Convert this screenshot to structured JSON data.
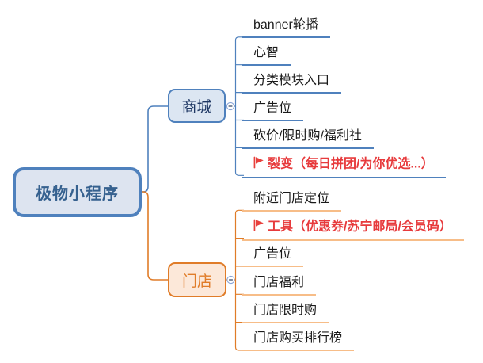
{
  "diagram": {
    "type": "mindmap",
    "root": {
      "label": "极物小程序"
    },
    "branches": [
      {
        "label": "商城",
        "theme": "blue",
        "collapse_icon": "minus",
        "children": [
          {
            "label": "banner轮播"
          },
          {
            "label": "心智"
          },
          {
            "label": "分类模块入口"
          },
          {
            "label": "广告位"
          },
          {
            "label": "砍价/限时购/福利社"
          },
          {
            "label": "裂变（每日拼团/为你优选...）",
            "flag": true,
            "emphasis": "red"
          }
        ]
      },
      {
        "label": "门店",
        "theme": "orange",
        "collapse_icon": "minus",
        "children": [
          {
            "label": "附近门店定位"
          },
          {
            "label": "工具（优惠券/苏宁邮局/会员码）",
            "flag": true,
            "emphasis": "red"
          },
          {
            "label": "广告位"
          },
          {
            "label": "门店福利"
          },
          {
            "label": "门店限时购"
          },
          {
            "label": "门店购买排行榜"
          }
        ]
      }
    ],
    "colors": {
      "blue_stroke": "#4f81bd",
      "blue_fill": "#dce6f2",
      "root_fill": "#dde4f0",
      "root_text": "#36618f",
      "branch_blue_text": "#1f3864",
      "orange_stroke": "#e07c28",
      "orange_fill": "#fce8d9",
      "orange_underline": "#f7bd88",
      "red_text": "#e73a3c",
      "flag_red": "#e8403c",
      "collapse_ring": "#8aa5d6",
      "collapse_minus": "#4a5a74",
      "background": "#ffffff"
    }
  }
}
